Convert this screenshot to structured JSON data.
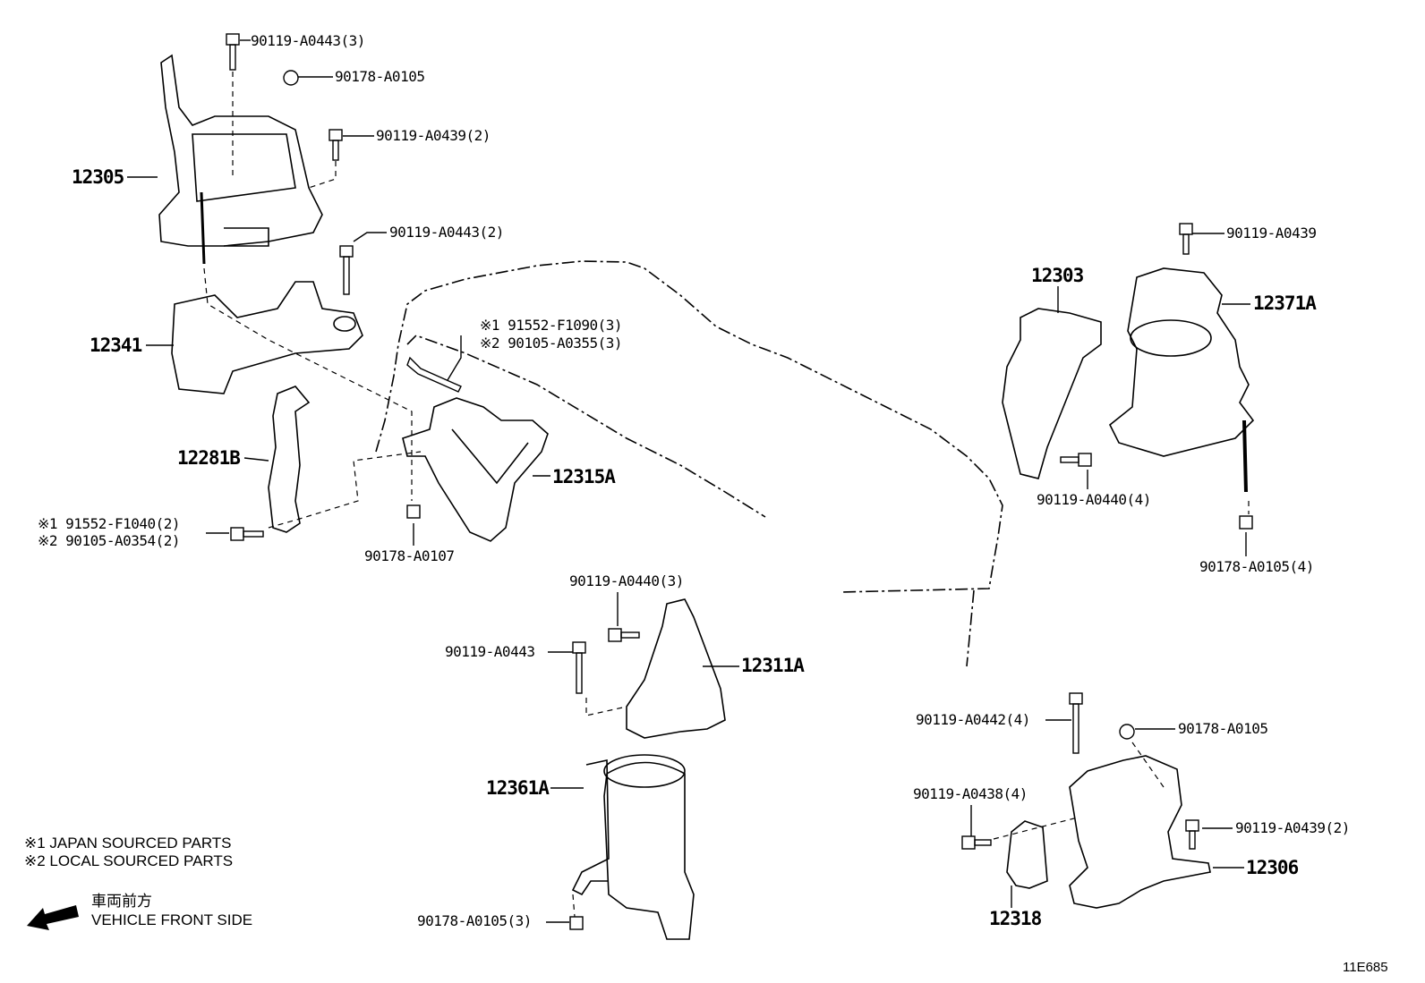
{
  "diagram": {
    "callouts": [
      {
        "part": "90119-A0443(3)"
      },
      {
        "part": "90178-A0105"
      },
      {
        "part": "90119-A0439(2)"
      },
      {
        "part": "12305"
      },
      {
        "part": "90119-A0443(2)"
      },
      {
        "part": "12341"
      },
      {
        "part": "※1 91552-F1090(3)"
      },
      {
        "part": "※2 90105-A0355(3)"
      },
      {
        "part": "12281B"
      },
      {
        "part": "12315A"
      },
      {
        "part": "※1 91552-F1040(2)"
      },
      {
        "part": "※2 90105-A0354(2)"
      },
      {
        "part": "90178-A0107"
      },
      {
        "part": "12303"
      },
      {
        "part": "90119-A0439"
      },
      {
        "part": "12371A"
      },
      {
        "part": "90119-A0440(4)"
      },
      {
        "part": "90178-A0105(4)"
      },
      {
        "part": "90119-A0440(3)"
      },
      {
        "part": "90119-A0443"
      },
      {
        "part": "12311A"
      },
      {
        "part": "90119-A0442(4)"
      },
      {
        "part": "90178-A0105"
      },
      {
        "part": "12361A"
      },
      {
        "part": "90119-A0438(4)"
      },
      {
        "part": "90119-A0439(2)"
      },
      {
        "part": "12306"
      },
      {
        "part": "12318"
      },
      {
        "part": "90178-A0105(3)"
      }
    ],
    "legend": {
      "note1": "※1  JAPAN SOURCED PARTS",
      "note2": "※2  LOCAL SOURCED PARTS",
      "direction_jp": "車両前方",
      "direction_en": "VEHICLE FRONT SIDE",
      "arrow_icon": "arrow-left-icon"
    },
    "illustration_code": "11E685"
  }
}
